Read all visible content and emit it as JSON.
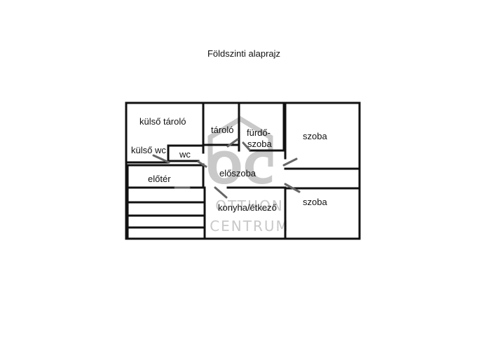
{
  "title": "Földszinti alaprajz",
  "rooms": {
    "kulso_tarolo": "külső tároló",
    "kulso_wc": "külső wc",
    "wc": "wc",
    "tarolo": "tároló",
    "furdo_line1": "fürdő-",
    "furdo_line2": "szoba",
    "szoba_top": "szoba",
    "eloszoba": "előszoba",
    "eloter": "előtér",
    "szoba_bottom": "szoba",
    "konyha": "konyha/étkező"
  },
  "watermark": {
    "monogram": "OC",
    "line1": "OTTHON",
    "line2": "CENTRUM"
  },
  "colors": {
    "wall": "#111111",
    "watermark": "#c9c9c9"
  }
}
